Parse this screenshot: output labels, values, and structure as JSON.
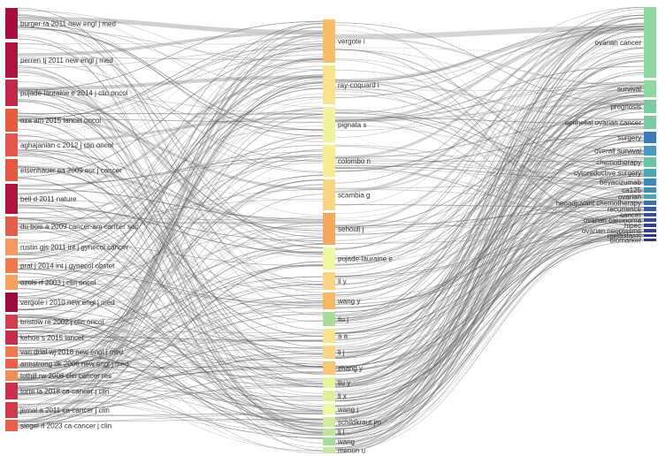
{
  "left_column": {
    "items": [
      {
        "label": "burger ra 2011 new engl j med",
        "color": "#a50f3e"
      },
      {
        "label": "perren tj 2011 new engl j med",
        "color": "#b0123f"
      },
      {
        "label": "pujade-lauraine e 2014 j clin oncol",
        "color": "#c02947"
      },
      {
        "label": "oza am 2015 lancet oncol",
        "color": "#e45c3b"
      },
      {
        "label": "aghajanian c 2012 j clin oncol",
        "color": "#e2574b"
      },
      {
        "label": "eisenhauer ea 2009 eur j cancer",
        "color": "#e65742"
      },
      {
        "label": "bell d 2011 nature",
        "color": "#b0123f"
      },
      {
        "label": "du bois a 2009 cancer-am cancer soc",
        "color": "#e0604c"
      },
      {
        "label": "rustin gjs 2011 int j gynecol cancer",
        "color": "#f49a5c"
      },
      {
        "label": "prat j 2014 int j gynecol obstet",
        "color": "#f07a4e"
      },
      {
        "label": "ozols rf 2003 j clin oncol",
        "color": "#f7a35e"
      },
      {
        "label": "vergote i 2010 new engl j med",
        "color": "#9a0b3b"
      },
      {
        "label": "bristow re 2002 j clin oncol",
        "color": "#d43d4f"
      },
      {
        "label": "kehoe s 2015 lancet",
        "color": "#c62d4a"
      },
      {
        "label": "van driel wj 2018 new engl j med",
        "color": "#f07a4e"
      },
      {
        "label": "armstrong dk 2006 new engl j med",
        "color": "#e8614a"
      },
      {
        "label": "tothill rw 2008 clin cancer res",
        "color": "#f48d56"
      },
      {
        "label": "torre la 2018 ca-cancer j clin",
        "color": "#c9304c"
      },
      {
        "label": "jemal a 2011 ca-cancer j clin",
        "color": "#d13a4c"
      },
      {
        "label": "siegel rl 2023 ca-cancer j clin",
        "color": "#e6604b"
      }
    ]
  },
  "middle_column": {
    "items": [
      {
        "label": "vergote i",
        "color": "#f7be6a"
      },
      {
        "label": "ray-coquard i",
        "color": "#f8e48f"
      },
      {
        "label": "pignata s",
        "color": "#eff59f"
      },
      {
        "label": "colombo n",
        "color": "#f9ec95"
      },
      {
        "label": "scambia g",
        "color": "#f9d585"
      },
      {
        "label": "sehouli j",
        "color": "#f5a960"
      },
      {
        "label": "pujade-lauraine e",
        "color": "#eff7a3"
      },
      {
        "label": "li y",
        "color": "#f9d585"
      },
      {
        "label": "wang y",
        "color": "#f7b866"
      },
      {
        "label": "liu j",
        "color": "#a8dc98"
      },
      {
        "label": "a a",
        "color": "#f8e48f"
      },
      {
        "label": "li j",
        "color": "#f9d585"
      },
      {
        "label": "zhang y",
        "color": "#f8c876"
      },
      {
        "label": "liu y",
        "color": "#eaf49a"
      },
      {
        "label": "li x",
        "color": "#dff09b"
      },
      {
        "label": "wang j",
        "color": "#eff7a3"
      },
      {
        "label": "schildkraut jm",
        "color": "#d1ec9e"
      },
      {
        "label": "li l",
        "color": "#bfe5a0"
      },
      {
        "label": "wang",
        "color": "#a8dc98"
      },
      {
        "label": "menon u",
        "color": "#c7e8a0"
      }
    ]
  },
  "right_column": {
    "items": [
      {
        "label": "ovarian cancer",
        "color": "#8fd7a0"
      },
      {
        "label": "survival",
        "color": "#8fd7a0"
      },
      {
        "label": "prognosis",
        "color": "#7ccaa2"
      },
      {
        "label": "epithelial ovarian cancer",
        "color": "#7ccaa2"
      },
      {
        "label": "surgery",
        "color": "#3a7cb8"
      },
      {
        "label": "overall survival",
        "color": "#4a9ac0"
      },
      {
        "label": "chemotherapy",
        "color": "#6cc3a4"
      },
      {
        "label": "cytoreductive surgery",
        "color": "#4aa7b4"
      },
      {
        "label": "bevacizumab",
        "color": "#3a8ab8"
      },
      {
        "label": "ca125",
        "color": "#3f8fbe"
      },
      {
        "label": "ovarian",
        "color": "#4da3b6"
      },
      {
        "label": "neoadjuvant chemotherapy",
        "color": "#3a6fb0"
      },
      {
        "label": "recurrence",
        "color": "#3a5aa8"
      },
      {
        "label": "cancer",
        "color": "#3a4ea0"
      },
      {
        "label": "ovarian carcinoma",
        "color": "#3a4a9c"
      },
      {
        "label": "hipec",
        "color": "#354098"
      },
      {
        "label": "ovarian neoplasms",
        "color": "#33408f"
      },
      {
        "label": "metastasis",
        "color": "#31368c"
      },
      {
        "label": "biomarker",
        "color": "#2f3488"
      }
    ]
  },
  "link_color": "#9a9a9a"
}
